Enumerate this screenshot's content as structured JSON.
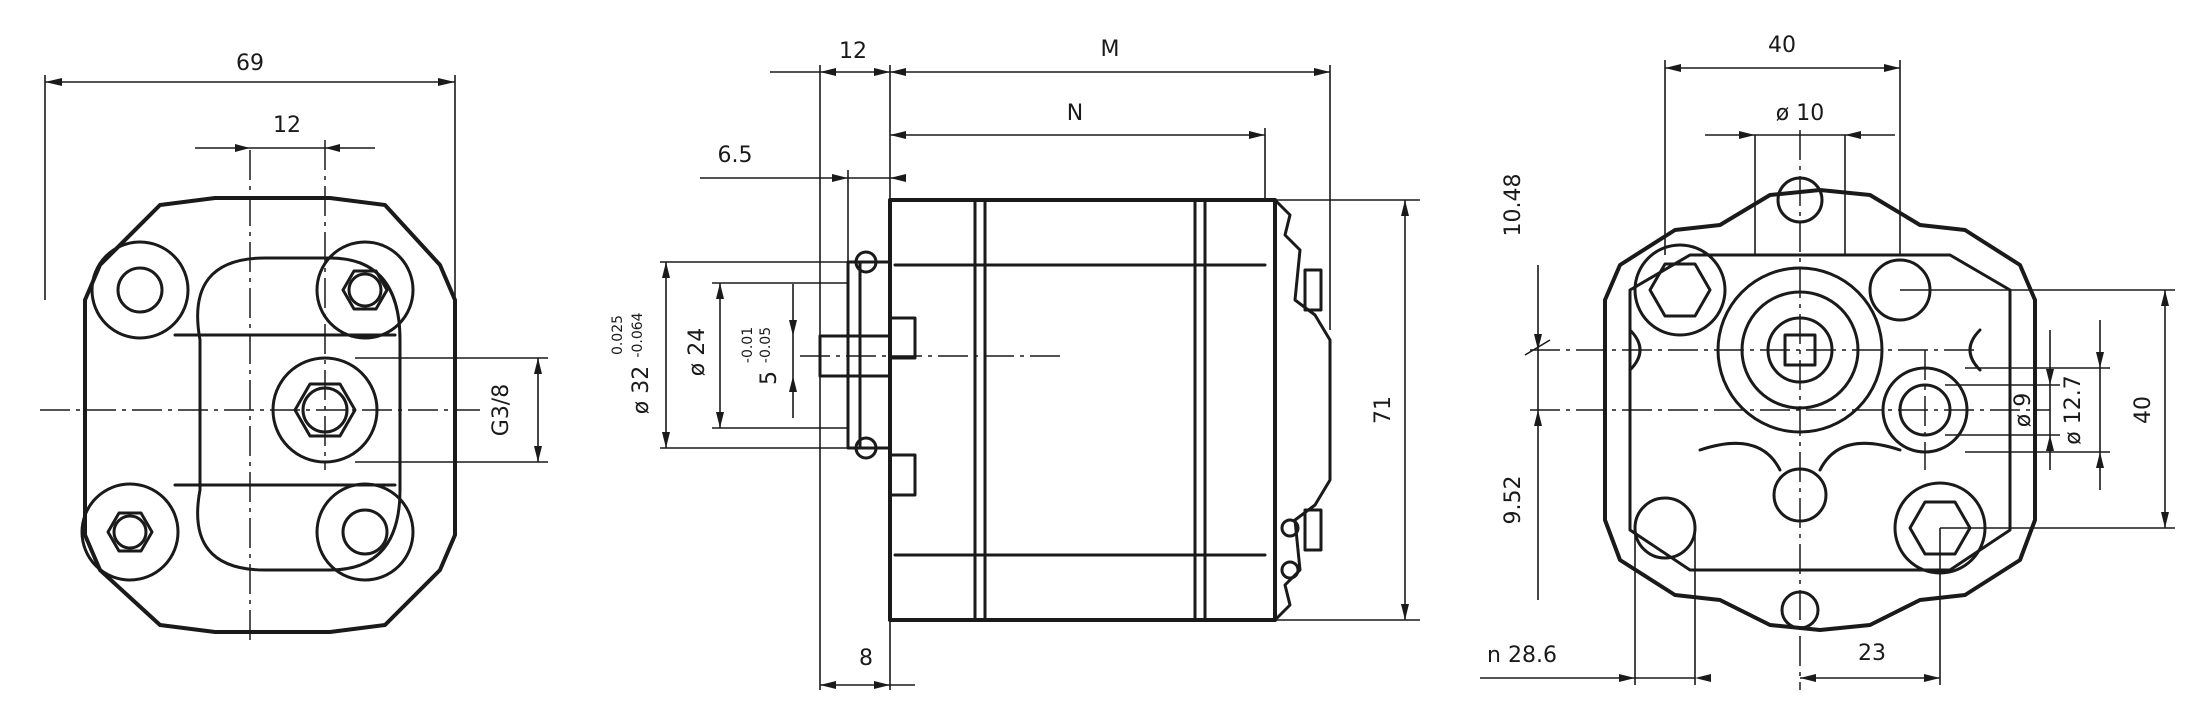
{
  "left_view": {
    "dim_width": "69",
    "dim_center": "12",
    "dim_port": "G3/8"
  },
  "middle_view": {
    "dim_flange": "12",
    "dim_m": "M",
    "dim_n": "N",
    "dim_pilot": "6.5",
    "dim_shaft_dia": "ø 32",
    "tol_shaft_upper": "0.025",
    "tol_shaft_lower": "-0.064",
    "dim_hub_dia": "ø 24",
    "dim_key": "5",
    "tol_key_upper": "-0.01",
    "tol_key_lower": "-0.05",
    "dim_height": "71",
    "dim_bottom": "8"
  },
  "right_view": {
    "dim_top": "40",
    "dim_bore": "ø 10",
    "dim_upper_offset": "10.48",
    "dim_lower_offset": "9.52",
    "dim_port_small": "ø 9",
    "dim_port_large": "ø 12.7",
    "dim_side": "40",
    "dim_holes": "n 28.6",
    "dim_bottom": "23"
  }
}
